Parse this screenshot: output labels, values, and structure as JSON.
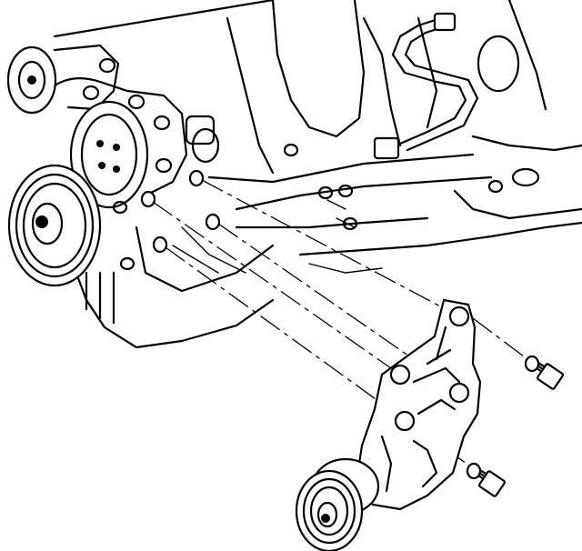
{
  "figure": {
    "description_visible_text": "",
    "colors": {
      "ink": "#000000",
      "paper": "#ffffff"
    },
    "parts": [
      {
        "name": "engine-block"
      },
      {
        "name": "crankshaft-pulley"
      },
      {
        "name": "water-pump-pulley"
      },
      {
        "name": "idler-pulley"
      },
      {
        "name": "mounting-bracket"
      },
      {
        "name": "bracket-pulley"
      },
      {
        "name": "bolt-upper"
      },
      {
        "name": "bolt-lower"
      }
    ]
  }
}
